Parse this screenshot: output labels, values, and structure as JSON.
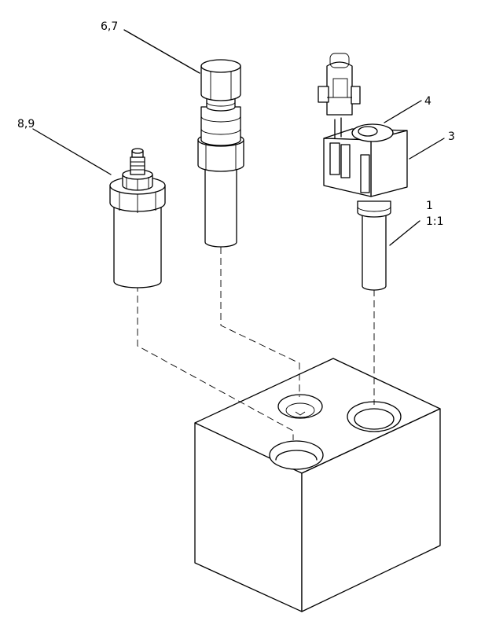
{
  "callouts": {
    "part_6_7": "6,7",
    "part_8_9": "8,9",
    "part_4": "4",
    "part_3": "3",
    "part_1": "1",
    "part_1_scale": "1:1"
  }
}
